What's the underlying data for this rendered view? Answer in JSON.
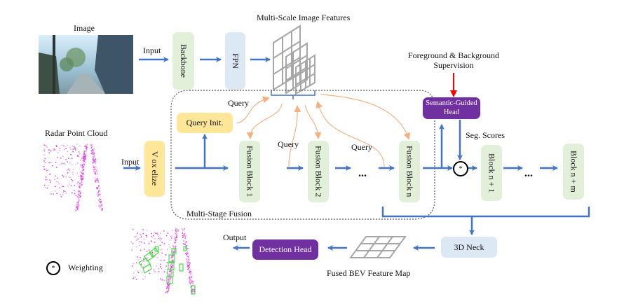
{
  "inputs": {
    "image_label": "Image",
    "radar_label": "Radar Point Cloud",
    "input_arrow_label_image": "Input",
    "input_arrow_label_radar": "Input"
  },
  "image_branch": {
    "backbone": "Backbone",
    "fpn": "FPN",
    "features_title": "Multi-Scale Image Features"
  },
  "radar_branch": {
    "voxelize": "V ox elize",
    "query_init": "Query Init."
  },
  "fusion": {
    "region_label": "Multi-Stage Fusion",
    "query_labels": [
      "Query",
      "Query",
      "Query"
    ],
    "blocks": [
      "Fusion Block 1",
      "Fusion Block 2",
      "Fusion Block n"
    ],
    "ellipsis": "..."
  },
  "semantic": {
    "supervision_line1": "Foreground & Background",
    "supervision_line2": "Supervision",
    "head_line1": "Semantic-Guided",
    "head_line2": "Head",
    "seg_scores": "Seg. Scores",
    "weight_symbol": "*"
  },
  "post_blocks": {
    "blocks": [
      "Block n + 1",
      "Block n + m"
    ],
    "ellipsis": "..."
  },
  "output": {
    "neck": "3D Neck",
    "bev_label": "Fused BEV Feature Map",
    "detection_head": "Detection Head",
    "output_label": "Output"
  },
  "legend": {
    "symbol": "*",
    "label": "Weighting"
  },
  "colors": {
    "arrow_blue": "#4472c4",
    "query_orange": "#f4b183",
    "supervision_red": "#ff0000",
    "purple": "#7030a0",
    "green_block": "#e2efd9",
    "yellow_block": "#ffe699",
    "blue_block": "#dde8f5"
  }
}
